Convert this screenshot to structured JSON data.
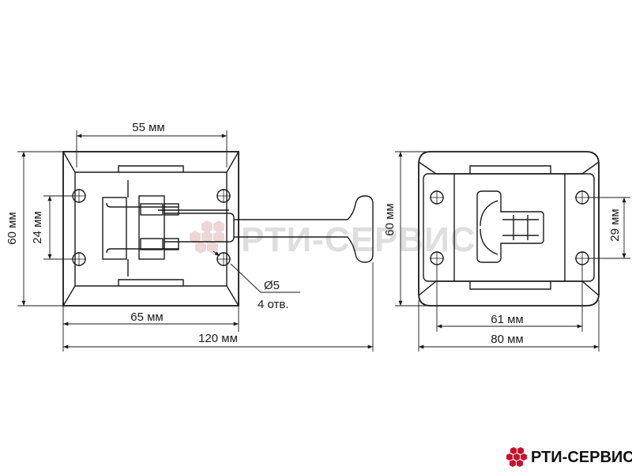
{
  "left_view": {
    "dim_top": "55 мм",
    "dim_height": "60 мм",
    "dim_hole_spacing_v": "24 мм",
    "dim_base_width": "65 мм",
    "dim_total_length": "120 мм",
    "hole_diameter": "Ø5",
    "hole_count": "4 отв."
  },
  "right_view": {
    "dim_height": "60 мм",
    "dim_hole_spacing_v": "29 мм",
    "dim_hole_spacing_h": "61 мм",
    "dim_width": "80 мм"
  },
  "watermark": "РТИ-СЕРВИС",
  "brand": {
    "name": "РТИ-СЕРВИС",
    "logo_color": "#c8102e"
  }
}
